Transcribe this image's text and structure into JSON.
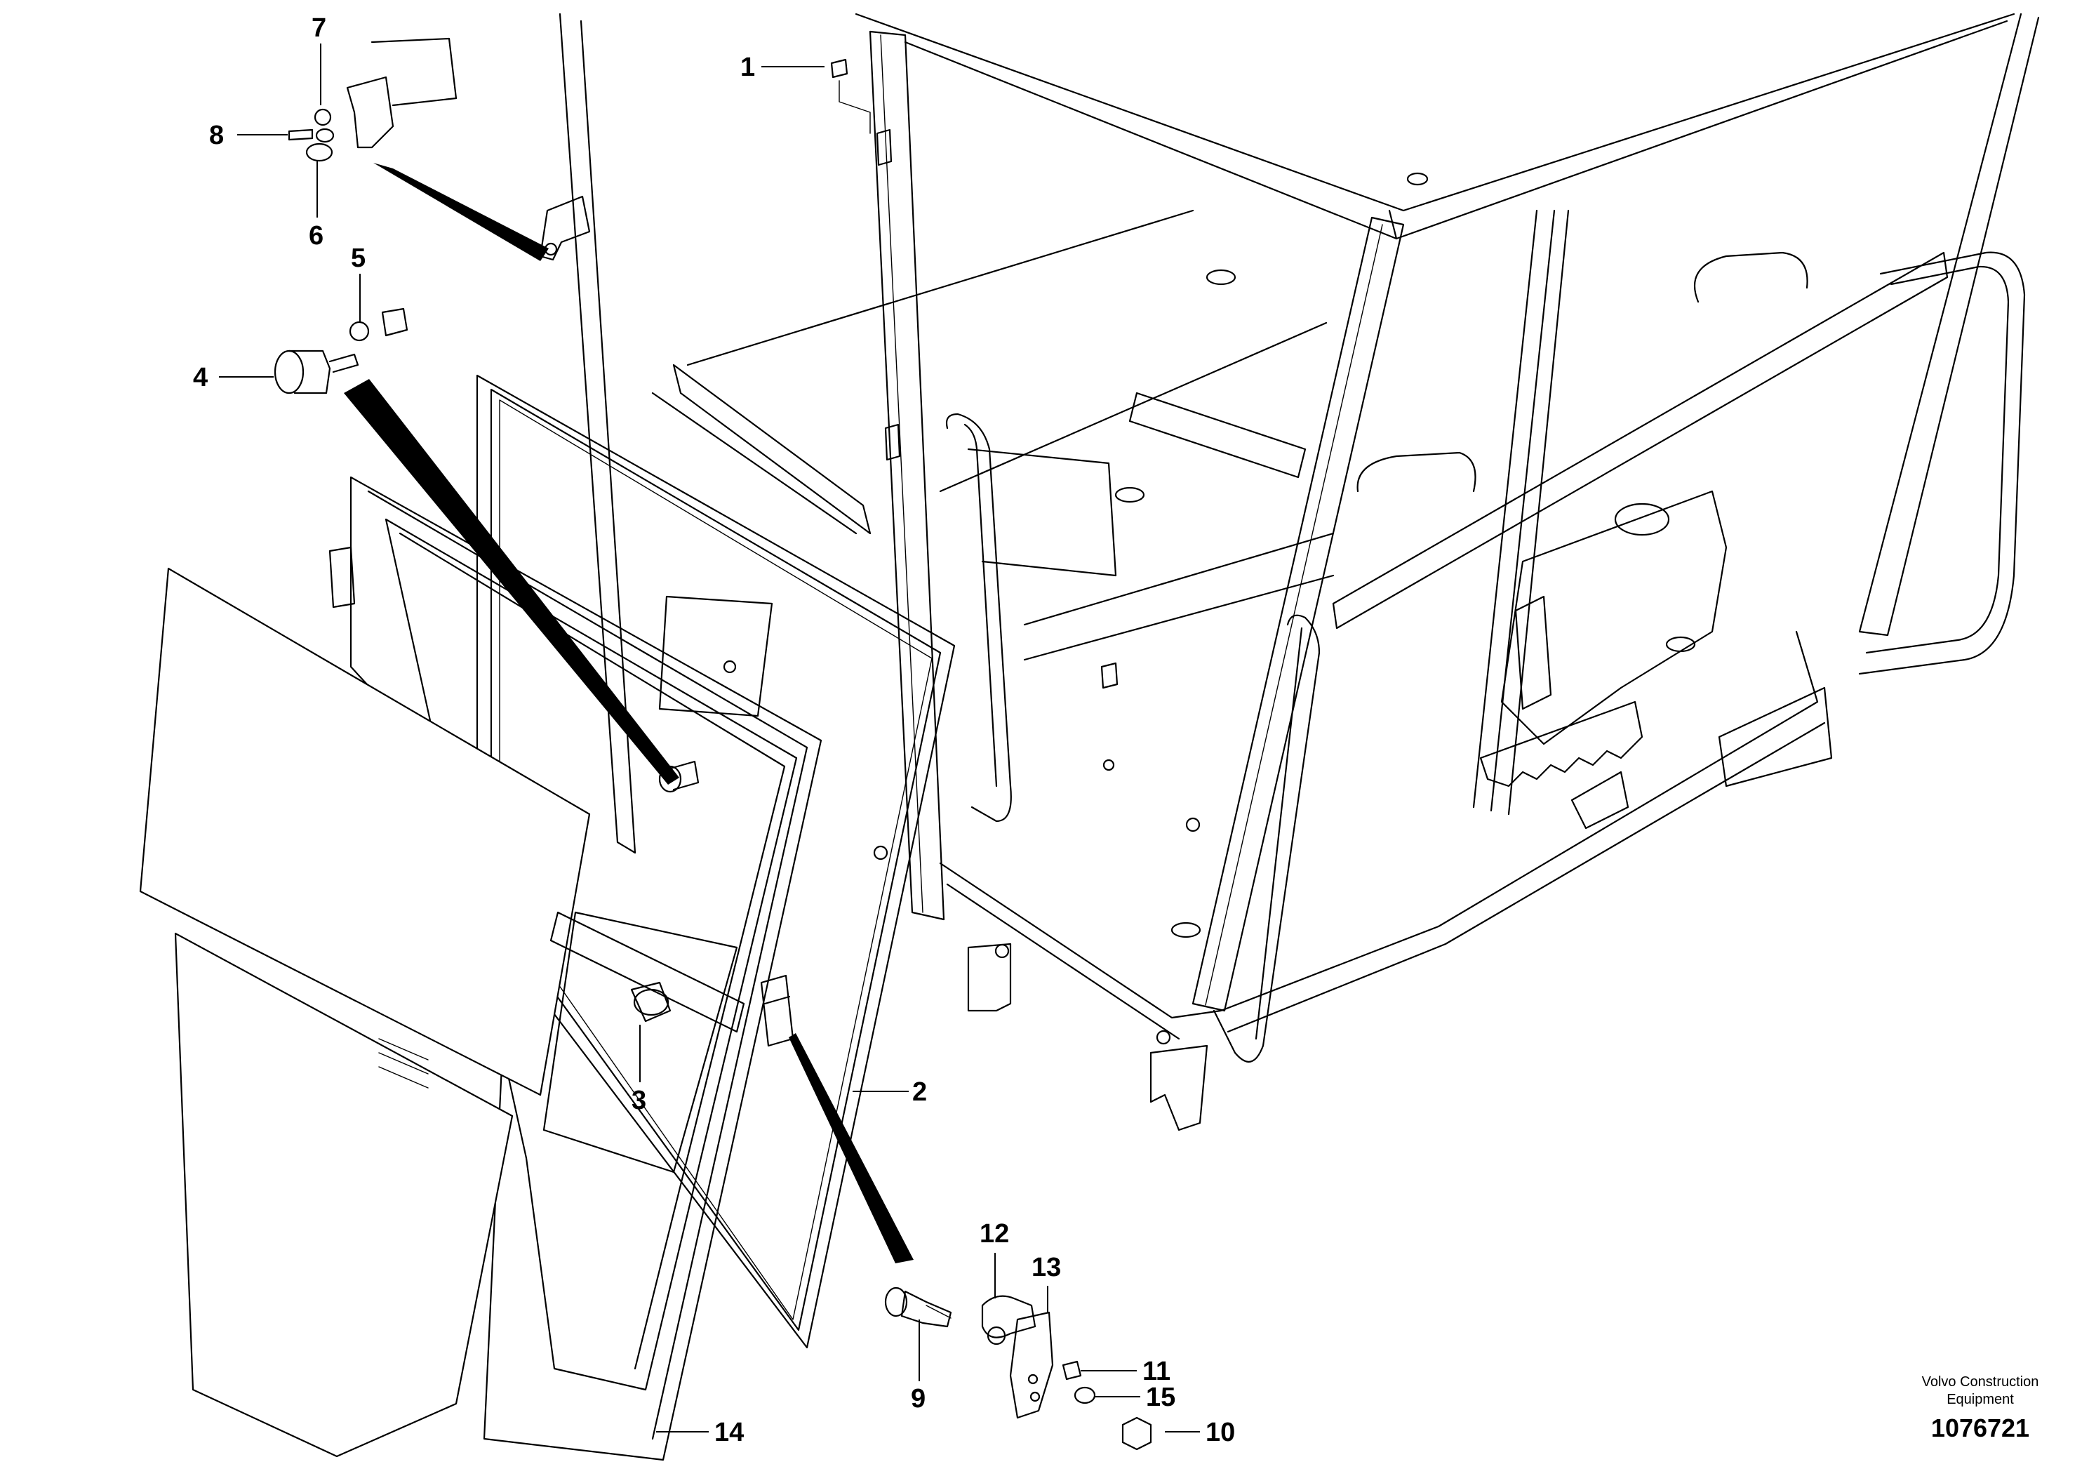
{
  "labels": {
    "p1": "1",
    "p2": "2",
    "p3": "3",
    "p4": "4",
    "p5": "5",
    "p6": "6",
    "p7": "7",
    "p8": "8",
    "p9": "9",
    "p10": "10",
    "p11": "11",
    "p12": "12",
    "p13": "13",
    "p14": "14",
    "p15": "15"
  },
  "brand": {
    "line1": "Volvo Construction",
    "line2": "Equipment"
  },
  "document_number": "1076721"
}
